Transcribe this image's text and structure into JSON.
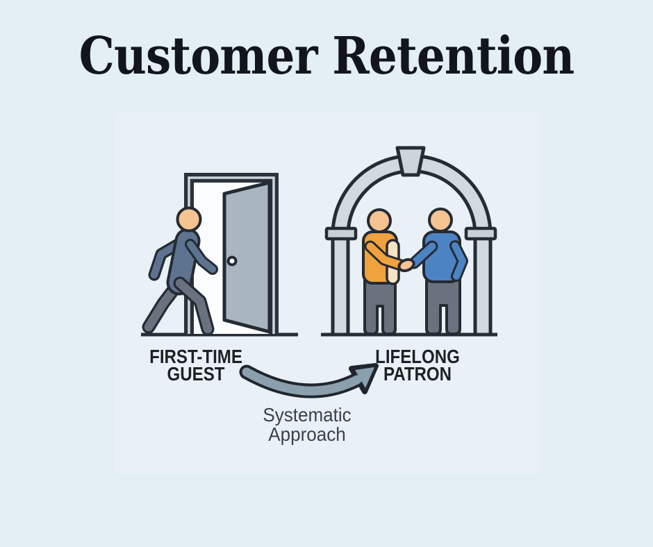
{
  "title": "Customer Retention",
  "labels": {
    "first_time_line1": "FIRST-TIME",
    "first_time_line2": "GUEST",
    "lifelong_line1": "LIFELONG",
    "lifelong_line2": "PATRON",
    "approach_line1": "Systematic",
    "approach_line2": "Approach"
  },
  "illustrations": {
    "left": "person-walking-through-open-door",
    "right": "two-people-shaking-hands-under-arch",
    "connector": "curved-swoosh-arrow"
  },
  "colors": {
    "background": "#e3eef5",
    "title_text": "#12161c",
    "caption_text": "#1d2126",
    "arrow_label_text": "#3c4147",
    "outline": "#242b33",
    "ground": "#272d35",
    "skin": "#f6c393",
    "walker_shirt": "#5d7390",
    "walker_legs": "#6a7280",
    "door_panel": "#a9b5c0",
    "doorway": "#fafcfd",
    "frame_stripe": "#cdd6dd",
    "arch": "#d2dae1",
    "keystone": "#ccd5dc",
    "impost": "#c8d1d8",
    "orange_shirt": "#f0a23e",
    "sleeve_light": "#f5e3c3",
    "blue_shirt": "#4c83c3",
    "pants": "#6a7280",
    "arrow_fill": "#8ba0ae"
  }
}
